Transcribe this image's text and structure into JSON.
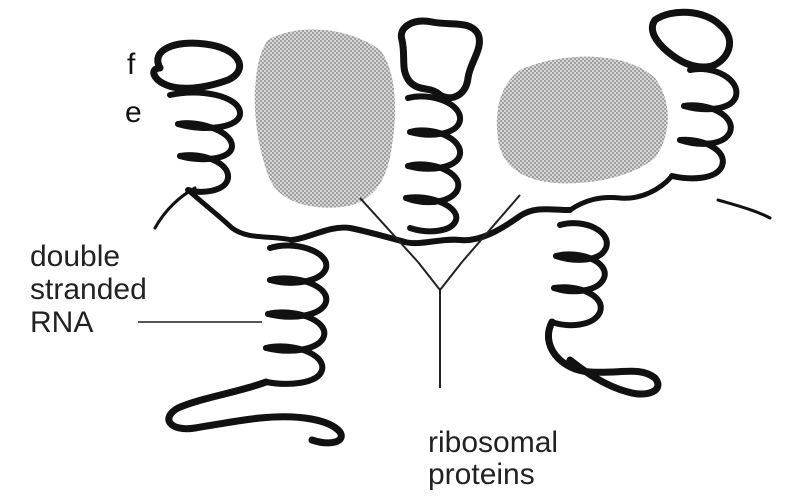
{
  "diagram": {
    "labels": {
      "rna_line1": "double",
      "rna_line2": "stranded",
      "rna_line3": "RNA",
      "proteins_line1": "ribosomal",
      "proteins_line2": "proteins"
    },
    "cut_off_text": {
      "line1": "f",
      "line2": "e"
    },
    "colors": {
      "strand": "#111111",
      "pointer": "#222222",
      "protein_fill": "#b3b3b3"
    }
  }
}
